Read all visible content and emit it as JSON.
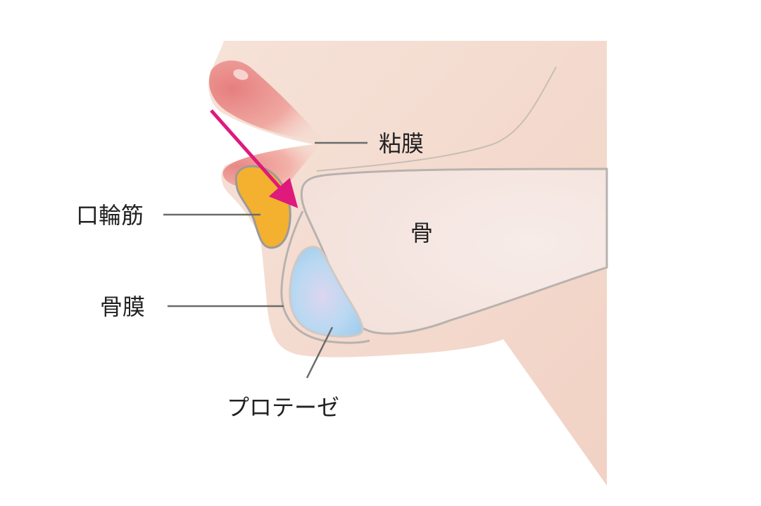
{
  "labels": {
    "mucosa": "粘膜",
    "orbicularis_oris": "口輪筋",
    "bone": "骨",
    "periosteum": "骨膜",
    "prosthesis": "プロテーゼ"
  },
  "colors": {
    "skin": "#f5dfd3",
    "bone": "#f8ebe7",
    "lip": "#ea8c8a",
    "muscle": "#f4b12f",
    "prosthesis": "#a9d4f1",
    "arrow": "#e0197c",
    "outline": "#b8b2ae"
  }
}
